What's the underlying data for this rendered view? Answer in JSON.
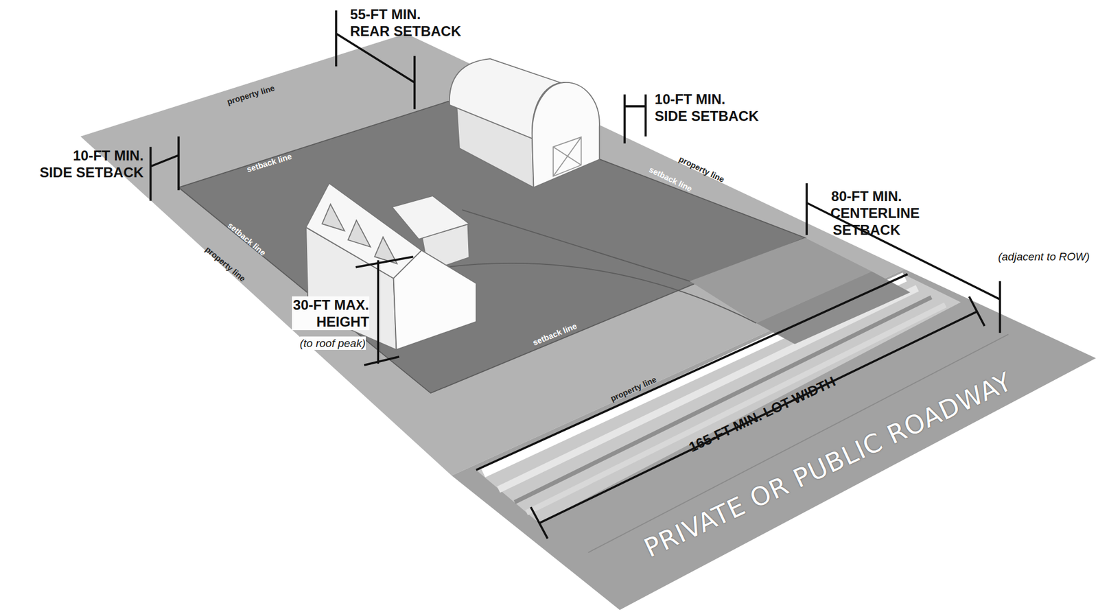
{
  "diagram": {
    "labels": [
      "55-FT MIN. REAR SETBACK",
      "10-FT MIN. SIDE SETBACK",
      "10-FT MIN. SIDE SETBACK",
      "80-FT MIN. CENTERLINE SETBACK",
      "(adjacent to ROW)",
      "30-FT MAX. HEIGHT",
      "(to roof peak)",
      "165-FT MIN. LOT WIDTH",
      "PRIVATE OR PUBLIC ROADWAY",
      "property line",
      "property line",
      "property line",
      "property line",
      "setback line",
      "setback line",
      "setback line",
      "setback line"
    ]
  }
}
